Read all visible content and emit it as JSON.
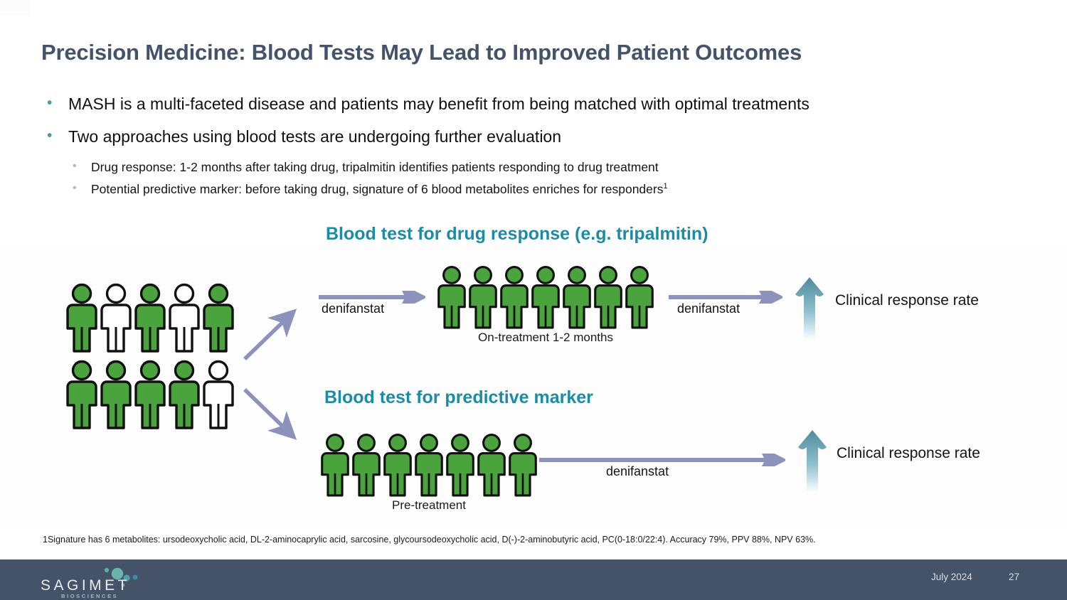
{
  "slide": {
    "title": "Precision Medicine: Blood Tests May Lead to Improved Patient Outcomes",
    "bullets": [
      {
        "level": 1,
        "text": "MASH is a multi-faceted disease and patients may benefit from being matched with optimal treatments"
      },
      {
        "level": 1,
        "text": "Two approaches using blood tests are undergoing further evaluation"
      },
      {
        "level": 2,
        "text": "Drug response: 1-2 months after taking drug, tripalmitin identifies patients responding to drug treatment"
      },
      {
        "level": 2,
        "text": "Potential predictive marker: before taking drug, signature of 6 blood metabolites enriches for responders",
        "superscript": "1"
      }
    ],
    "footnote": "1Signature has 6 metabolites: ursodeoxycholic acid, DL-2-aminocaprylic acid, sarcosine, glycoursodeoxycholic acid, D(-)-2-aminobutyric acid, PC(0-18:0/22:4). Accuracy 79%, PPV 88%, NPV 63%."
  },
  "diagram": {
    "heading_drug_response": "Blood test for drug response (e.g. tripalmitin)",
    "heading_predictive_marker": "Blood test for predictive marker",
    "source_cohort": {
      "rows": [
        [
          "green",
          "white",
          "green",
          "white",
          "green"
        ],
        [
          "green",
          "green",
          "green",
          "green",
          "white"
        ]
      ]
    },
    "on_treatment_group": {
      "caption": "On-treatment 1-2 months",
      "people": [
        "green",
        "green",
        "green",
        "green",
        "green",
        "green",
        "green"
      ]
    },
    "pre_treatment_group": {
      "caption": "Pre-treatment",
      "people": [
        "green",
        "green",
        "green",
        "green",
        "green",
        "green",
        "green"
      ]
    },
    "arrow_label_top_left": "denifanstat",
    "arrow_label_top_right": "denifanstat",
    "arrow_label_bottom": "denifanstat",
    "outcome_top": "Clinical response rate",
    "outcome_bottom": "Clinical response rate"
  },
  "footer": {
    "logo_word": "SAGIMET",
    "logo_sub": "BIOSCIENCES",
    "date": "July 2024",
    "page": "27"
  },
  "colors": {
    "title": "#44526a",
    "teal_heading": "#1b8ba6",
    "bullet_level1": "#4a9aa5",
    "bullet_level2": "#b6b6b6",
    "person_green": "#4aa33c",
    "person_white": "#ffffff",
    "arrow_purple": "#8b92bb",
    "up_arrow_teal": "#55909f",
    "footer_bg": "#455369"
  }
}
